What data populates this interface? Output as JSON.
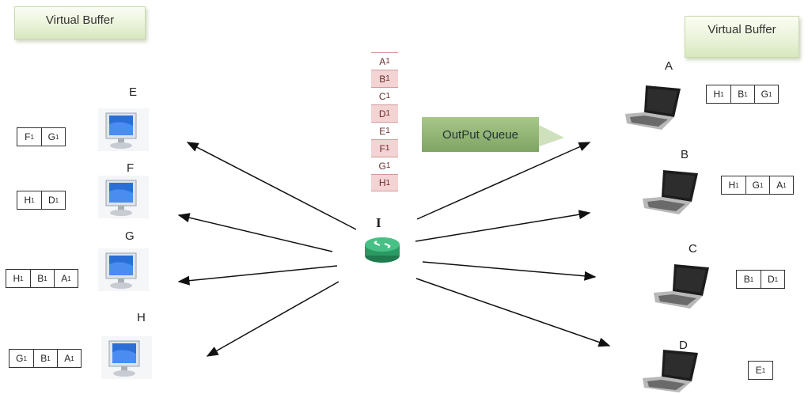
{
  "left_title": "Virtual Buffer",
  "right_title": "Virtual Buffer",
  "router_label": "I",
  "output_queue_label": "OutPut Queue",
  "queue": [
    {
      "letter": "A",
      "sub": "1"
    },
    {
      "letter": "B",
      "sub": "1"
    },
    {
      "letter": "C",
      "sub": "1"
    },
    {
      "letter": "D",
      "sub": "1"
    },
    {
      "letter": "E",
      "sub": "1"
    },
    {
      "letter": "F",
      "sub": "1"
    },
    {
      "letter": "G",
      "sub": "1"
    },
    {
      "letter": "H",
      "sub": "1"
    }
  ],
  "desktops": [
    {
      "label": "E",
      "buffer": [
        {
          "letter": "F",
          "sub": "1"
        },
        {
          "letter": "G",
          "sub": "1"
        }
      ]
    },
    {
      "label": "F",
      "buffer": [
        {
          "letter": "H",
          "sub": "1"
        },
        {
          "letter": "D",
          "sub": "1"
        }
      ]
    },
    {
      "label": "G",
      "buffer": [
        {
          "letter": "H",
          "sub": "1"
        },
        {
          "letter": "B",
          "sub": "1"
        },
        {
          "letter": "A",
          "sub": "1"
        }
      ]
    },
    {
      "label": "H",
      "buffer": [
        {
          "letter": "G",
          "sub": "1"
        },
        {
          "letter": "B",
          "sub": "1"
        },
        {
          "letter": "A",
          "sub": "1"
        }
      ]
    }
  ],
  "laptops": [
    {
      "label": "A",
      "buffer": [
        {
          "letter": "H",
          "sub": "1"
        },
        {
          "letter": "B",
          "sub": "1"
        },
        {
          "letter": "G",
          "sub": "1"
        }
      ]
    },
    {
      "label": "B",
      "buffer": [
        {
          "letter": "H",
          "sub": "1"
        },
        {
          "letter": "G",
          "sub": "1"
        },
        {
          "letter": "A",
          "sub": "1"
        }
      ]
    },
    {
      "label": "C",
      "buffer": [
        {
          "letter": "B",
          "sub": "1"
        },
        {
          "letter": "D",
          "sub": "1"
        }
      ]
    },
    {
      "label": "D",
      "buffer": [
        {
          "letter": "E",
          "sub": "1"
        }
      ]
    }
  ]
}
